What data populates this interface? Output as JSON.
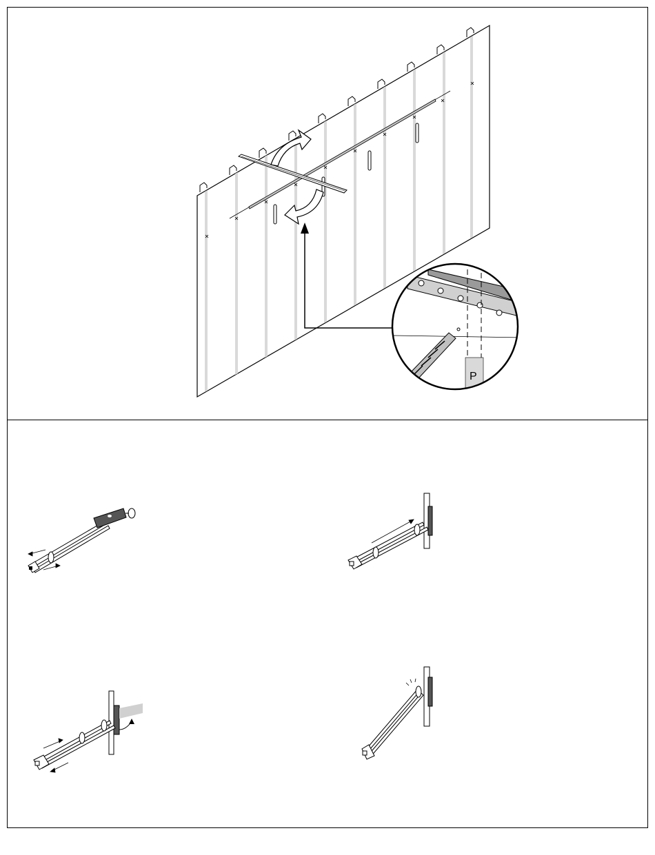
{
  "figure": {
    "panels": [
      "wall-mounting-overview",
      "toggle-anchor-steps"
    ],
    "steps_count": 4,
    "magnifier_label": "P",
    "colors": {
      "line": "#000000",
      "stud": "#d9d9d9",
      "rail": "#c8c8c8",
      "arrow_fill": "#ffffff",
      "anchor_dark": "#555555"
    },
    "icons": [
      "rotate-arrow-icon",
      "pointer-arrow-icon",
      "drill-bit-icon",
      "toggle-bolt-icon",
      "motion-arrow-icon"
    ]
  }
}
